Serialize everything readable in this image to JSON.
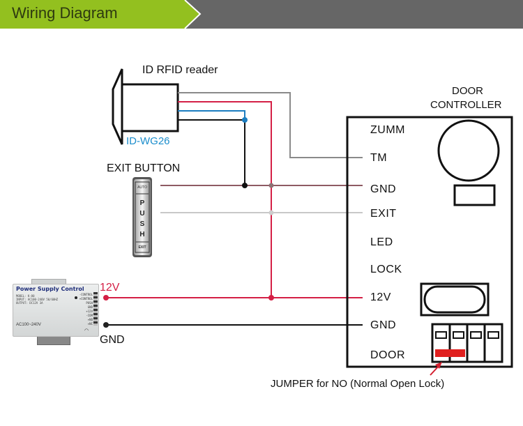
{
  "header": {
    "title": "Wiring Diagram",
    "colors": {
      "green": "#93c01f",
      "gray": "#666666",
      "title_text": "#2e3a10"
    }
  },
  "rfid_reader": {
    "label": "ID RFID reader",
    "model": "ID-WG26",
    "model_color": "#1b8dcc"
  },
  "exit_button": {
    "label": "EXIT BUTTON",
    "top_text": "AUTO",
    "push_letters": [
      "P",
      "U",
      "S",
      "H"
    ],
    "bottom_text": "EXIT"
  },
  "power_supply": {
    "title": "Power Supply Control",
    "model_lines": [
      "MODEL: K-80",
      "INPUT: AC100-240V 50/60HZ",
      "OUTPUT: DC12V 3A"
    ],
    "ac_label": "AC100~240V",
    "pins": [
      "-CONTROL",
      "+CONTROL",
      "PUSH",
      "GND",
      "+12V",
      "-COM",
      "+NO",
      "+NC"
    ],
    "v12_label": "12V",
    "gnd_label": "GND",
    "v12_color": "#d41f45"
  },
  "door_controller": {
    "title_line1": "DOOR",
    "title_line2": "CONTROLLER",
    "pins": [
      "ZUMM",
      "TM",
      "GND",
      "EXIT",
      "LED",
      "LOCK",
      "12V",
      "GND",
      "DOOR"
    ]
  },
  "jumper_note": "JUMPER for NO (Normal Open Lock)",
  "wire_colors": {
    "gray": "#8a8a8a",
    "red": "#d41f45",
    "blue": "#1b7dc0",
    "black": "#111111",
    "mauve": "#8e5a63",
    "light_gray": "#c8c8c8"
  }
}
